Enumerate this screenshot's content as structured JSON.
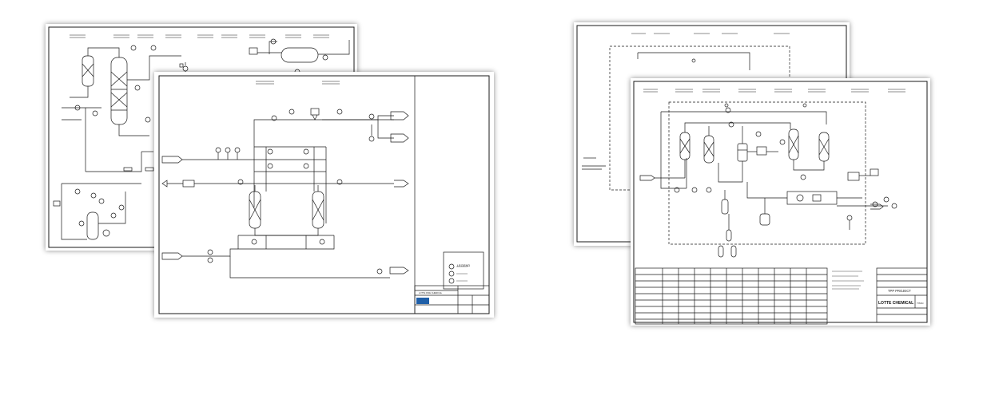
{
  "left_group": {
    "front_sheet": {
      "legend_title": "LEGEND",
      "title_block_company": "LOTTE FINE CHEMICAL"
    }
  },
  "right_group": {
    "front_sheet": {
      "project_label": "TPP PROJECT",
      "brand_text": "LOTTE CHEMICAL",
      "title_block_code": "TITAN"
    }
  },
  "colors": {
    "line": "#1a1a1a",
    "sheet_bg": "#ffffff",
    "shadow": "#8a8a8a",
    "logo_blue": "#1f5fa8"
  }
}
